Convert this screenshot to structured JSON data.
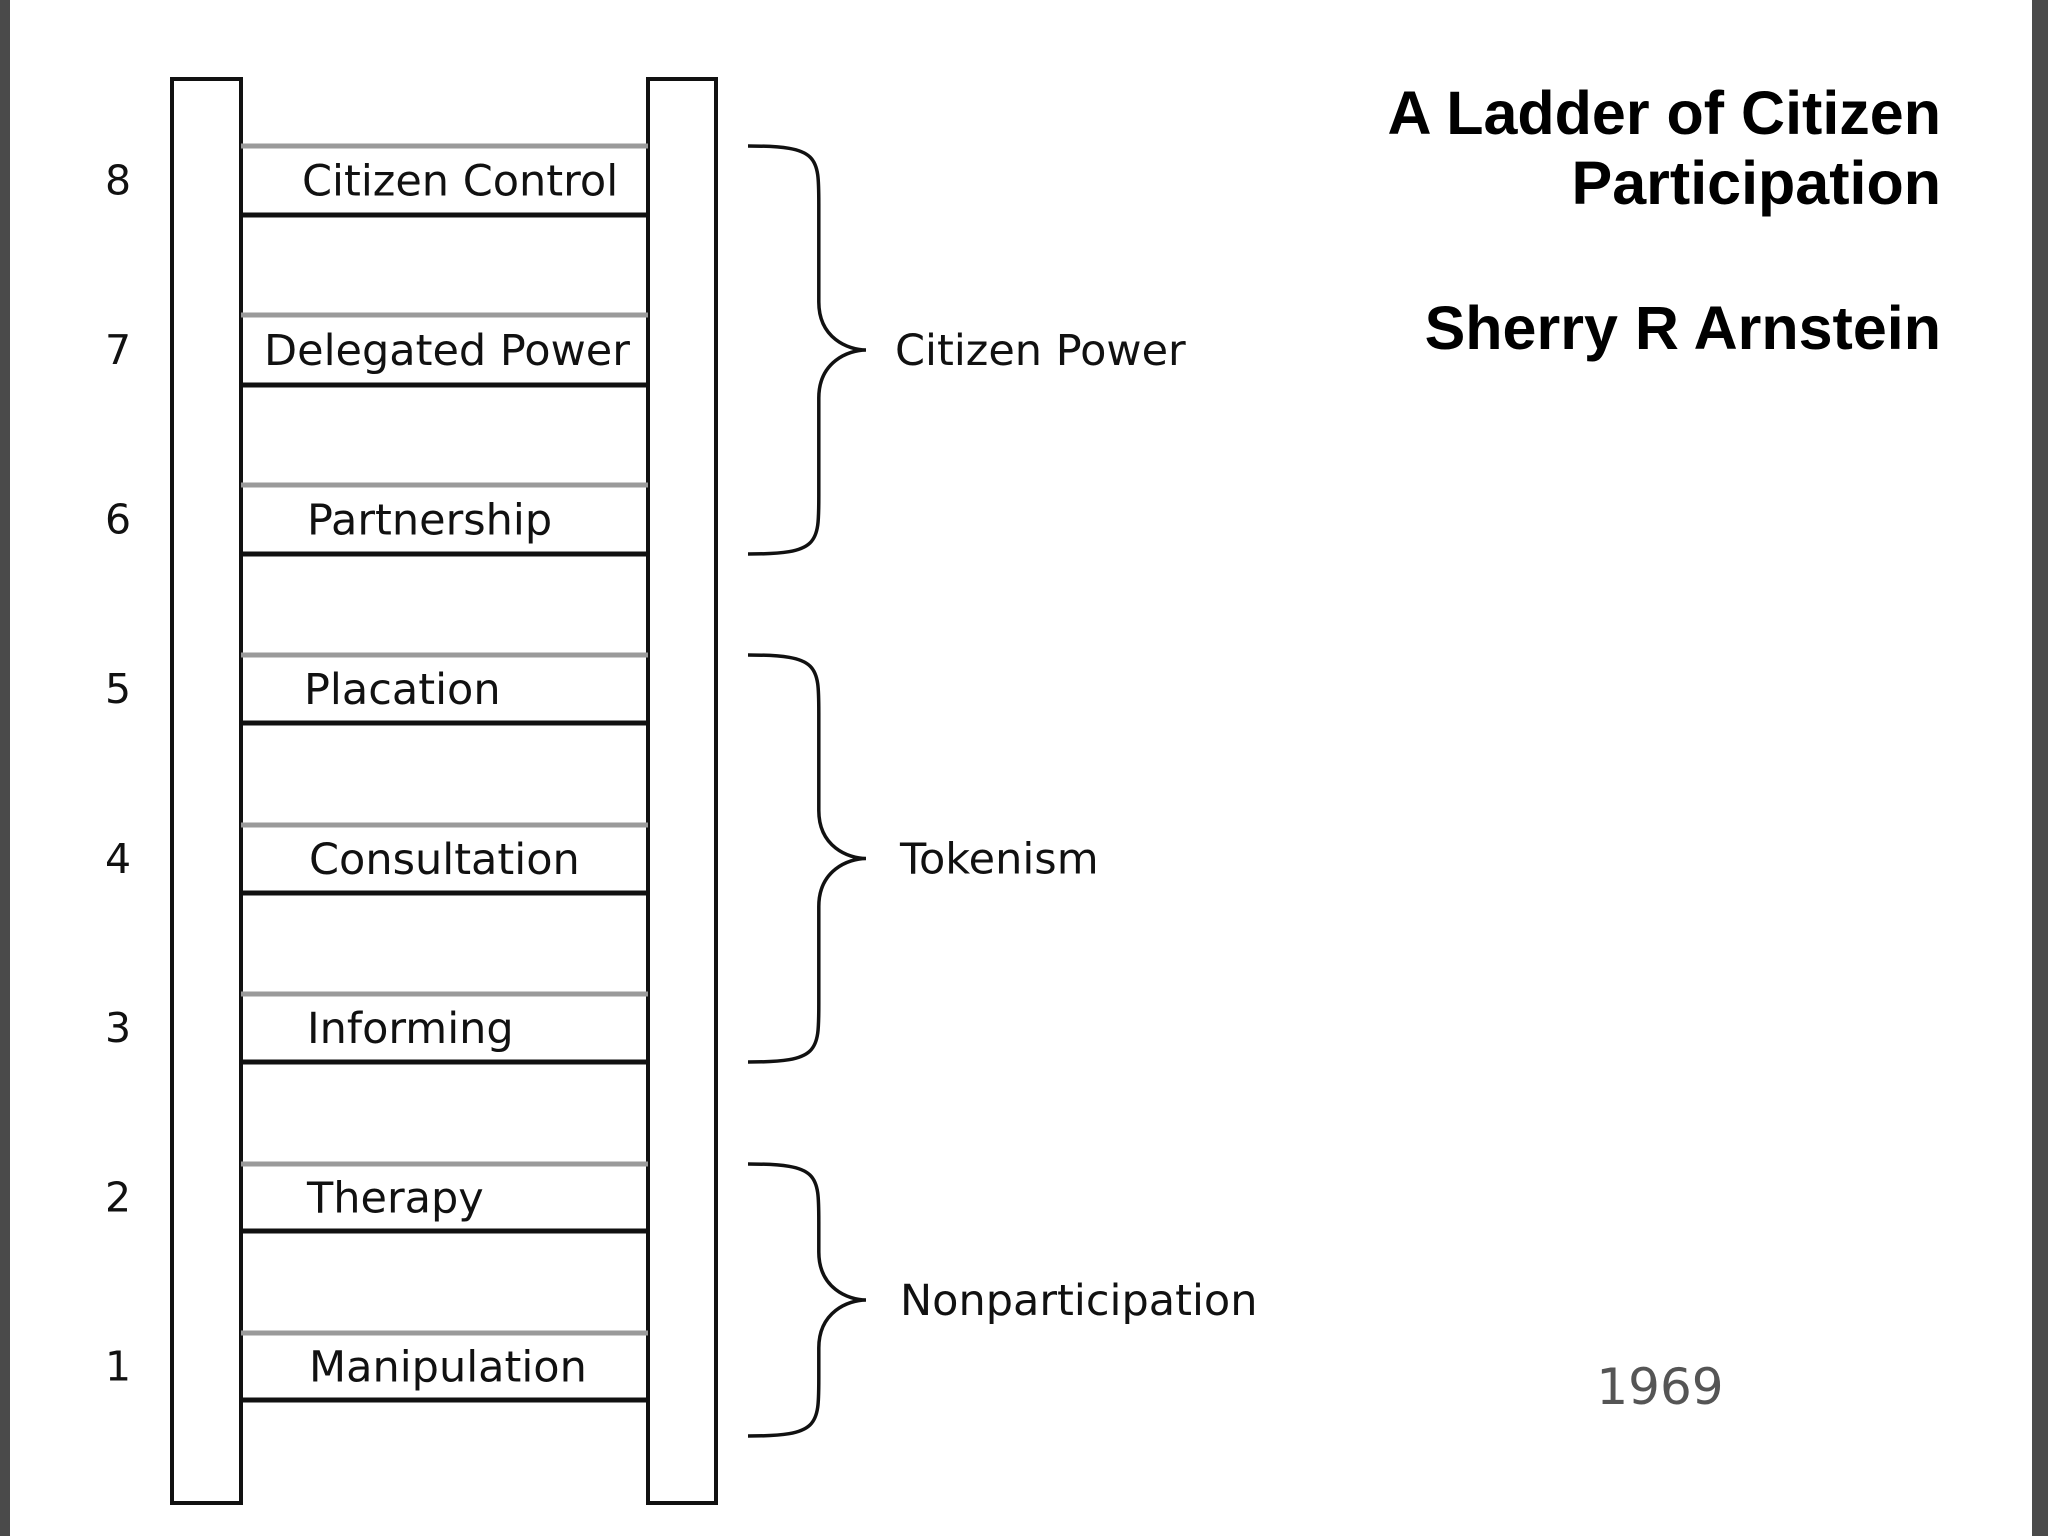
{
  "title": "A Ladder of Citizen Participation",
  "author": "Sherry R Arnstein",
  "year": "1969",
  "rungs": [
    {
      "number": "8",
      "label": "Citizen Control"
    },
    {
      "number": "7",
      "label": "Delegated Power"
    },
    {
      "number": "6",
      "label": "Partnership"
    },
    {
      "number": "5",
      "label": "Placation"
    },
    {
      "number": "4",
      "label": "Consultation"
    },
    {
      "number": "3",
      "label": "Informing"
    },
    {
      "number": "2",
      "label": "Therapy"
    },
    {
      "number": "1",
      "label": "Manipulation"
    }
  ],
  "groups": [
    {
      "label": "Citizen Power"
    },
    {
      "label": "Tokenism"
    },
    {
      "label": "Nonparticipation"
    }
  ]
}
